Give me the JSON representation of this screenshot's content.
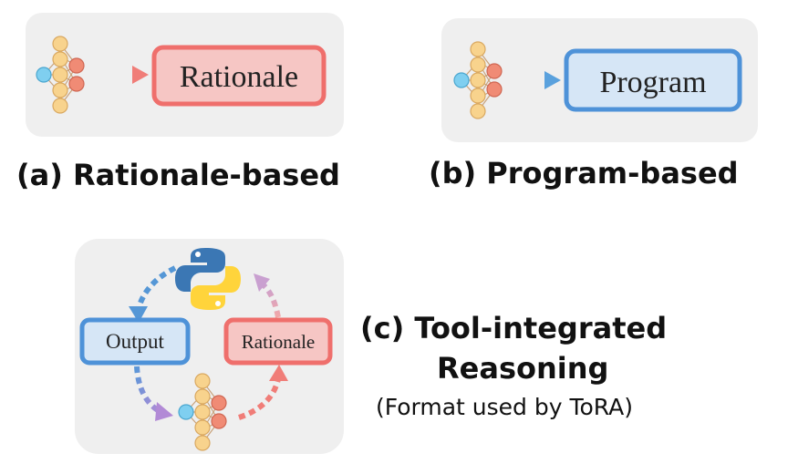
{
  "panel_a": {
    "box_label": "Rationale",
    "caption": "(a) Rationale-based"
  },
  "panel_b": {
    "box_label": "Program",
    "caption": "(b) Program-based"
  },
  "panel_c": {
    "output_label": "Output",
    "rationale_label": "Rationale",
    "caption_line1": "(c) Tool-integrated",
    "caption_line2": "Reasoning",
    "note": "(Format used by ToRA)"
  },
  "colors": {
    "panel_bg": "#efefef",
    "rationale_fill": "#f6c6c4",
    "rationale_stroke": "#ef6f6c",
    "program_fill": "#d6e6f6",
    "program_stroke": "#4e92d8",
    "node_yellow": "#f8d38d",
    "node_red": "#f08b75",
    "node_blue": "#7fcff0",
    "python_blue": "#3b77b4",
    "python_yellow": "#ffd43b"
  },
  "icons": [
    "neural-network-icon",
    "python-logo-icon",
    "dashed-arrow-icon"
  ]
}
